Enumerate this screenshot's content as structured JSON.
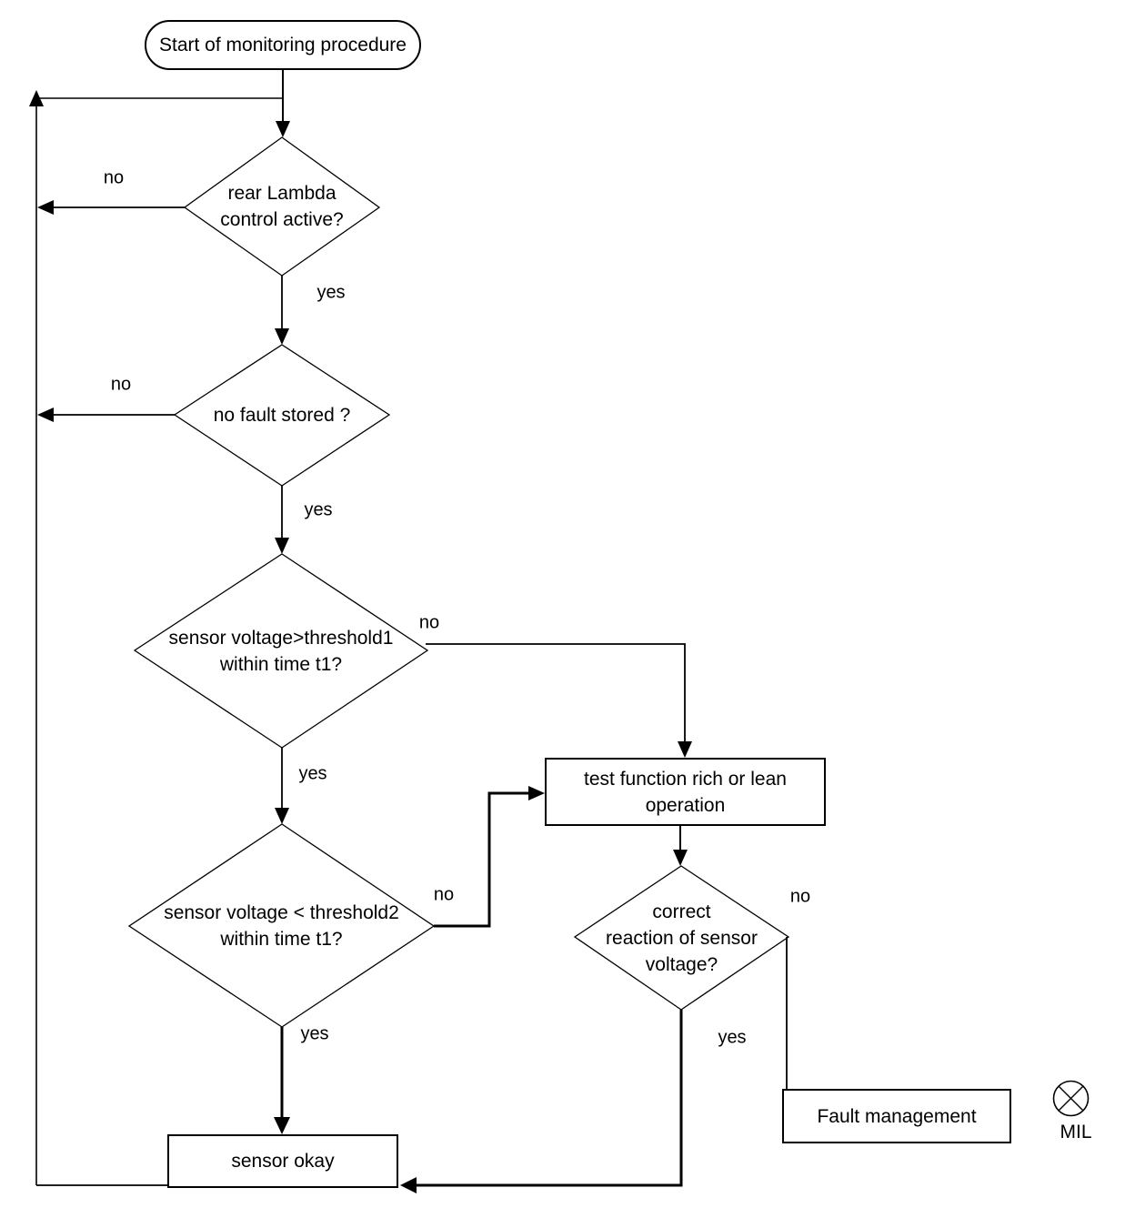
{
  "colors": {
    "line": "#000000",
    "background": "#ffffff"
  },
  "start": {
    "label": "Start of monitoring procedure"
  },
  "decisions": {
    "rear_lambda": {
      "label": "rear Lambda\ncontrol active?",
      "no": "no",
      "yes": "yes"
    },
    "no_fault": {
      "label": "no fault stored ?",
      "no": "no",
      "yes": "yes"
    },
    "threshold1": {
      "label": "sensor voltage>threshold1\nwithin time t1?",
      "no": "no",
      "yes": "yes"
    },
    "threshold2": {
      "label": "sensor voltage < threshold2\nwithin time t1?",
      "no": "no",
      "yes": "yes"
    },
    "reaction": {
      "label": "correct\nreaction of sensor\nvoltage?",
      "no": "no",
      "yes": "yes"
    }
  },
  "processes": {
    "test_function": {
      "label": "test function rich or lean\noperation"
    },
    "sensor_okay": {
      "label": "sensor okay"
    },
    "fault_management": {
      "label": "Fault management"
    }
  },
  "indicator": {
    "mil_label": "MIL"
  }
}
